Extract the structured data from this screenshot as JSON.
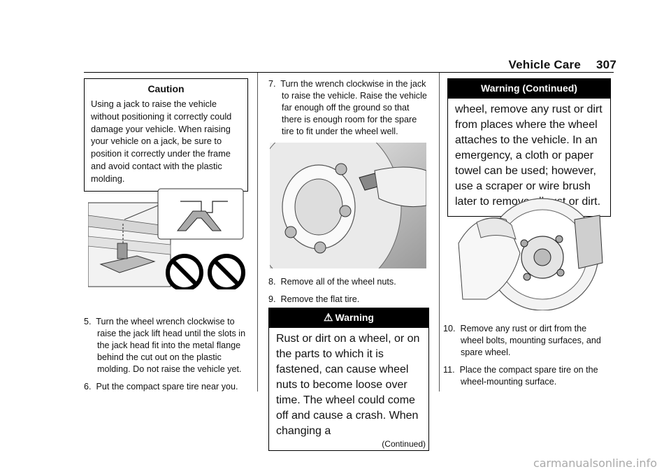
{
  "header": {
    "section": "Vehicle Care",
    "page": "307"
  },
  "col1": {
    "caution": {
      "title": "Caution",
      "body": "Using a jack to raise the vehicle without positioning it correctly could damage your vehicle. When raising your vehicle on a jack, be sure to position it correctly under the frame and avoid contact with the plastic molding."
    },
    "steps": [
      {
        "num": "5.",
        "text": "Turn the wheel wrench clockwise to raise the jack lift head until the slots in the jack head fit into the metal flange behind the cut out on the plastic molding. Do not raise the vehicle yet."
      },
      {
        "num": "6.",
        "text": "Put the compact spare tire near you."
      }
    ]
  },
  "col2": {
    "steps": [
      {
        "num": "7.",
        "text": "Turn the wrench clockwise in the jack to raise the vehicle. Raise the vehicle far enough off the ground so that there is enough room for the spare tire to fit under the wheel well."
      },
      {
        "num": "8.",
        "text": "Remove all of the wheel nuts."
      },
      {
        "num": "9.",
        "text": "Remove the flat tire."
      }
    ],
    "warning": {
      "symbol": "⚠",
      "title": "Warning",
      "body": "Rust or dirt on a wheel, or on the parts to which it is fastened, can cause wheel nuts to become loose over time. The wheel could come off and cause a crash. When changing a",
      "continued": "(Continued)"
    }
  },
  "col3": {
    "warning": {
      "title": "Warning  (Continued)",
      "body": "wheel, remove any rust or dirt from places where the wheel attaches to the vehicle. In an emergency, a cloth or paper towel can be used; however, use a scraper or wire brush later to remove all rust or dirt."
    },
    "steps": [
      {
        "num": "10.",
        "text": "Remove any rust or dirt from the wheel bolts, mounting surfaces, and spare wheel."
      },
      {
        "num": "11.",
        "text": "Place the compact spare tire on the wheel-mounting surface."
      }
    ]
  },
  "watermark": "carmanualsonline.info"
}
